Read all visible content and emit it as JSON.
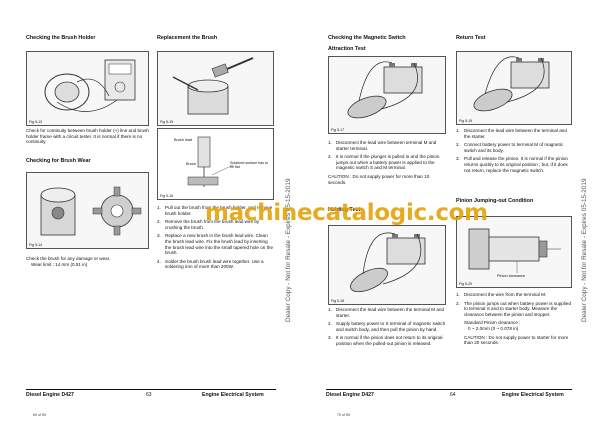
{
  "left_page": {
    "col1": {
      "heading1": "Checking the Brush Holder",
      "fig1_label": "Fig 5-13",
      "para1": "Check for continuity between brush holder (+) line and brush holder frame with a circuit tester. It is normal if there is no continuity.",
      "heading2": "Checking for Brush Wear",
      "fig2_label": "Fig 5-14",
      "para2": "Check the brush for any damage or wear.",
      "para2b": "Wear limit : 14 mm (0.51 in)"
    },
    "col2": {
      "heading": "Replacement the Brush",
      "fig1_label": "Fig 5-15",
      "fig2_label": "Fig 5-16",
      "fig2_callouts": [
        "Brush lead",
        "Brush",
        "Soldered surface has to be flat"
      ],
      "steps": [
        {
          "n": "1.",
          "text": "Pull out the brush from the brush holder, and remove brush holder."
        },
        {
          "n": "2.",
          "text": "Remove the brush from the brush lead wire by crushing the brush."
        },
        {
          "n": "3.",
          "text": "Replace a new brush in the brush lead wire. Clean the brush lead wire. Fix the brush lead by inserting the brush lead wire into the small tapered hole on the brush."
        },
        {
          "n": "4.",
          "text": "Solder the brush brush lead wire together. Use a soldering iron of more than 200W."
        }
      ]
    },
    "footer": {
      "left": "Diesel Engine D427",
      "page": "63",
      "right": "Engine Electrical System",
      "pageof": "69 of 89"
    }
  },
  "right_page": {
    "col1": {
      "heading": "Checking the Magnetic Switch",
      "subheading": "Attraction Test",
      "fig1_label": "Fig 5-17",
      "steps1": [
        {
          "n": "1.",
          "text": "Disconnect the lead wire between terminal M and starter terminal."
        },
        {
          "n": "2.",
          "text": "It is normal if the plunger is pulled in and the pinion jumps out when a battery power is applied to the magnetic switch S and M terminal."
        }
      ],
      "caution1": "CAUTION : Do not supply power for more than 10 seconds.",
      "subheading2": "Holding Test",
      "fig2_label": "Fig 5-18",
      "steps2": [
        {
          "n": "1.",
          "text": "Disconnect the lead wire between the terminal M and starter."
        },
        {
          "n": "2.",
          "text": "Supply battery power to S terminal of magnetic switch and switch body, and then pull the pinion by hand."
        },
        {
          "n": "3.",
          "text": "It is normal if the pinion does not return to its original position when the pulled-out pinion is released."
        }
      ]
    },
    "col2": {
      "heading": "Return Test",
      "fig1_label": "Fig 5-19",
      "steps1": [
        {
          "n": "1.",
          "text": "Disconnect the lead wire between the terminal and the starter."
        },
        {
          "n": "2.",
          "text": "Connect battery power to terminal M of magnetic switch and its body."
        },
        {
          "n": "3.",
          "text": "Pull and release the pinion. It is normal if the pinion returns quickly to its original position ; but, if it does not return, replace the magnetic switch."
        }
      ],
      "heading2": "Pinion Jumping-out Condition",
      "fig2_label": "Fig 5-20",
      "fig2_callout": "Pinion clearance",
      "steps2": [
        {
          "n": "1.",
          "text": "Disconnect the wire from the terminal M."
        },
        {
          "n": "2.",
          "text": "The pinion jumps out when battery power is supplied to terminal S and to starter body. Measure the clearance between the pinion and stopper."
        }
      ],
      "standard_label": "Standard Pinion clearance :",
      "standard_value": "0 ~ 2.0mm (0 ~ 0.078 in)",
      "caution": "CAUTION : Do not supply power to starter for more than 20 seconds."
    },
    "footer": {
      "left": "Diesel Engine D427",
      "page": "64",
      "right": "Engine Electrical System",
      "pageof": "70 of 89"
    }
  },
  "watermark": "machinecatalogic.com",
  "dealer_note": "Dealer Copy - Not for Resale - Expires 05-15-2019"
}
